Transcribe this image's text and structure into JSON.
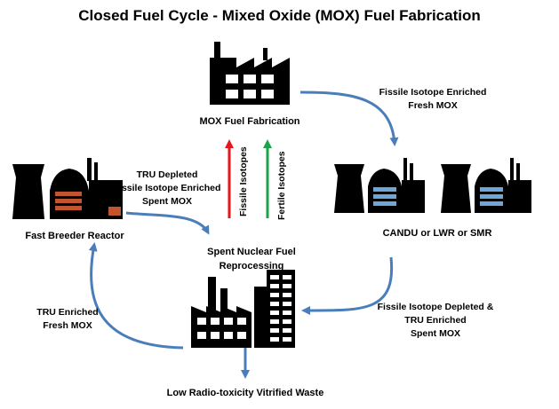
{
  "title": "Closed Fuel Cycle - Mixed Oxide (MOX) Fuel Fabrication",
  "nodes": {
    "mox_fabrication": "MOX Fuel Fabrication",
    "fast_breeder": "Fast Breeder Reactor",
    "reprocessing": [
      "Spent Nuclear Fuel",
      "Reprocessing"
    ],
    "candu": "CANDU or LWR or SMR",
    "waste": "Low Radio-toxicity Vitrified Waste"
  },
  "flows": {
    "to_candu": [
      "Fissile Isotope Enriched",
      "Fresh MOX"
    ],
    "from_fast_breeder": [
      "TRU Depleted",
      "Fissile Isotope Enriched",
      "Spent MOX"
    ],
    "from_candu": [
      "Fissile Isotope Depleted &",
      "TRU Enriched",
      "Spent MOX"
    ],
    "to_fast_breeder": [
      "TRU Enriched",
      "Fresh MOX"
    ],
    "fissile": "Fissile Isotopes",
    "fertile": "Fertile Isotopes"
  },
  "colors": {
    "flow_arrow": "#4a7ebb",
    "fissile_arrow": "#e8151b",
    "fertile_arrow": "#1aa34a",
    "building": "#000000",
    "fast_reactor_accent": "#c0552f",
    "candu_accent": "#6ea6d8"
  },
  "icons": [
    "factory-icon",
    "fast-reactor-plant-icon",
    "candu-plant-icon",
    "reprocessing-plant-icon"
  ]
}
